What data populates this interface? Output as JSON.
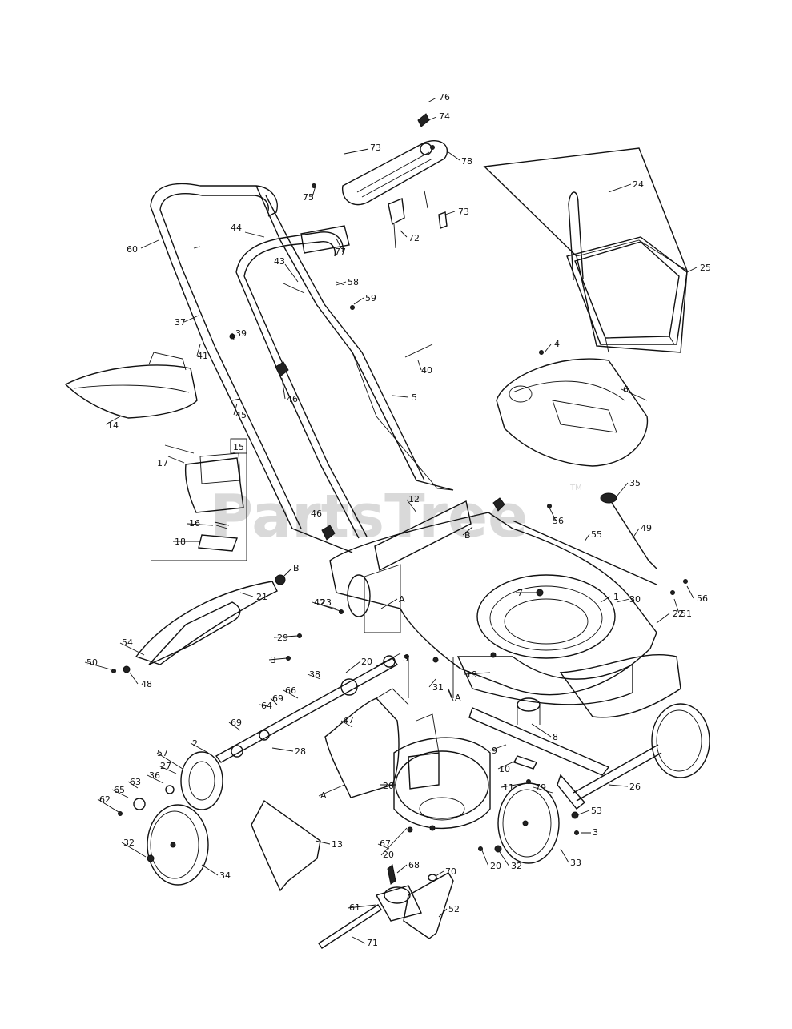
{
  "watermark": {
    "text": "PartsTree",
    "trademark": "TM"
  },
  "section_labels": [
    "A",
    "A",
    "A",
    "B",
    "B"
  ],
  "inset_box_label": "15",
  "callouts": [
    "1",
    "2",
    "3",
    "3",
    "3",
    "4",
    "5",
    "6",
    "7",
    "8",
    "9",
    "10",
    "11",
    "12",
    "13",
    "14",
    "16",
    "17",
    "18",
    "19",
    "20",
    "20",
    "20",
    "20",
    "21",
    "22",
    "23",
    "24",
    "25",
    "26",
    "27",
    "28",
    "29",
    "30",
    "31",
    "32",
    "32",
    "33",
    "34",
    "35",
    "36",
    "37",
    "38",
    "39",
    "40",
    "41",
    "42",
    "43",
    "44",
    "45",
    "46",
    "46",
    "47",
    "48",
    "49",
    "50",
    "51",
    "52",
    "53",
    "54",
    "55",
    "56",
    "56",
    "57",
    "58",
    "59",
    "60",
    "61",
    "62",
    "63",
    "64",
    "65",
    "66",
    "67",
    "68",
    "69",
    "69",
    "70",
    "71",
    "72",
    "73",
    "73",
    "74",
    "75",
    "76",
    "77",
    "78",
    "79"
  ]
}
